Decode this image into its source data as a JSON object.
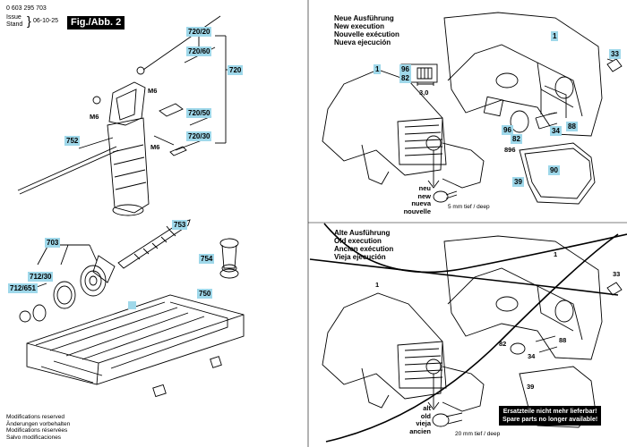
{
  "header": {
    "doc_number": "0 603 295 703",
    "issue_label": "Issue",
    "stand_label": "Stand",
    "date": "06-10-25",
    "figure_title": "Fig./Abb. 2"
  },
  "left_parts": {
    "labels": [
      "720/20",
      "720/60",
      "720",
      "720/50",
      "720/30",
      "752",
      "753",
      "703",
      "754",
      "712/30",
      "712/651",
      "750"
    ],
    "callouts": [
      "M6",
      "M6",
      "M6"
    ]
  },
  "footer": {
    "lines": [
      "Modifications reserved",
      "Änderungen vorbehalten",
      "Modifications réservées",
      "Salvo modificaciones"
    ]
  },
  "new_execution": {
    "headings": [
      "Neue Ausführung",
      "New execution",
      "Nouvelle exécution",
      "Nueva ejecución"
    ],
    "labels": [
      "1",
      "1",
      "33",
      "96",
      "82",
      "96",
      "82",
      "896",
      "34",
      "88",
      "90",
      "39"
    ],
    "dimension": "3,0",
    "caption_words": [
      "neu",
      "new",
      "nueva",
      "nouvelle"
    ],
    "depth_note": "5 mm tief / deep"
  },
  "old_execution": {
    "headings": [
      "Alte Ausführung",
      "Old execution",
      "Ancien exécution",
      "Vieja ejecución"
    ],
    "labels": [
      "1",
      "1",
      "33",
      "82",
      "88",
      "34",
      "39"
    ],
    "caption_words": [
      "alt",
      "old",
      "vieja",
      "ancien"
    ],
    "depth_note": "20 mm tief / deep",
    "warning_lines": [
      "Ersatzteile nicht mehr lieferbar!",
      "Spare parts no longer available!"
    ]
  }
}
